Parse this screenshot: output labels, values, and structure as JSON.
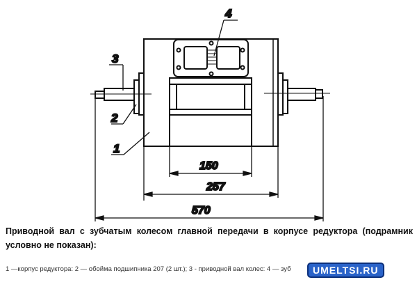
{
  "drawing": {
    "callouts": [
      "1",
      "2",
      "3",
      "4"
    ],
    "dimensions": [
      "150",
      "257",
      "570"
    ]
  },
  "caption": {
    "title": "Приводной вал с зубчатым колесом главной передачи в корпусе редуктора (подрамник условно не показан):",
    "legend": "1 —корпус редуктора: 2 — обойма подшипника 207 (2 шт.); 3 - приводной вал колес: 4 — зуб"
  },
  "watermark": "UMELTSI.RU"
}
